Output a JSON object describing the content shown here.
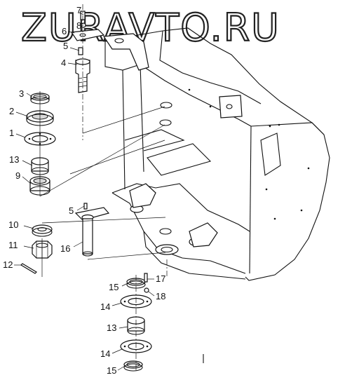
{
  "watermark": "ZURAVTO.RU",
  "callouts": [
    "7",
    "6",
    "8",
    "5",
    "4",
    "3",
    "2",
    "1",
    "13",
    "9",
    "10",
    "11",
    "12",
    "5",
    "16",
    "15",
    "14",
    "17",
    "18",
    "13",
    "14",
    "15"
  ]
}
